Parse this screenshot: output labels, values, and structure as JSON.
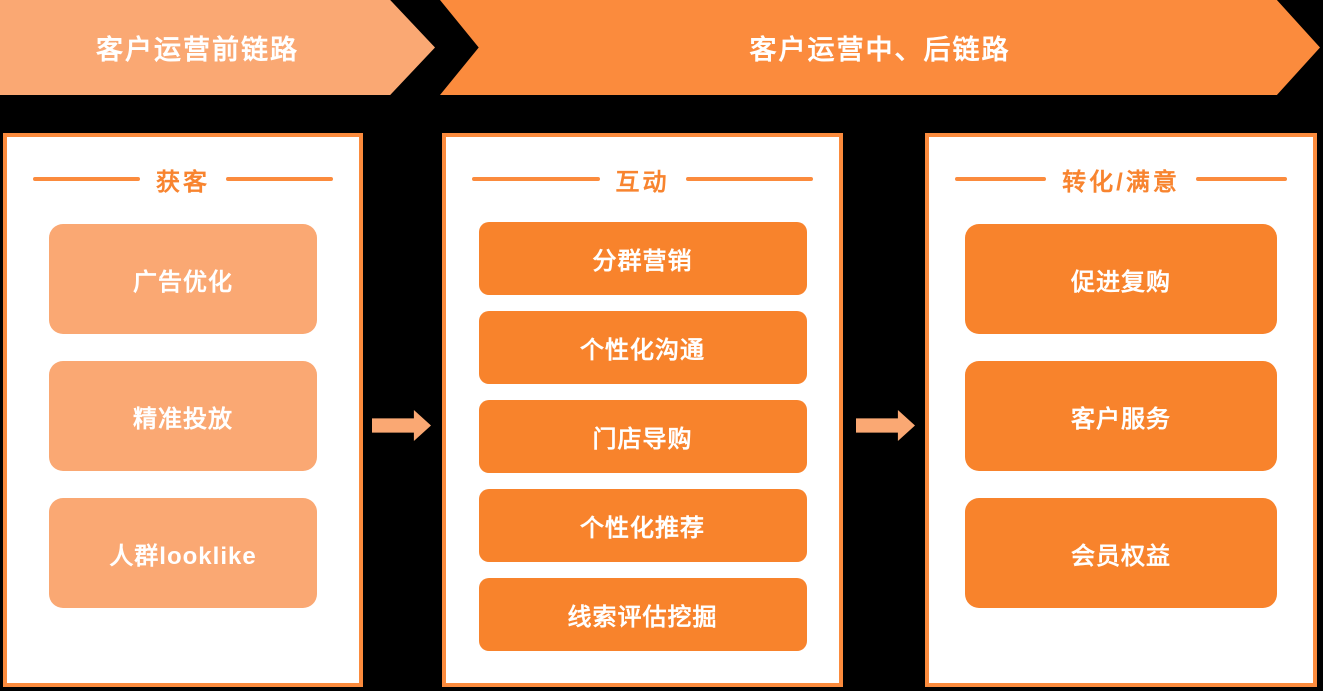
{
  "colors": {
    "background": "#000000",
    "light_orange": "#FAA873",
    "dark_orange": "#F8832C",
    "border_orange": "#FB8B3D",
    "title_text": "#F8842F",
    "button_text": "#FFFFFF"
  },
  "banners": [
    {
      "label": "客户运营前链路"
    },
    {
      "label": "客户运营中、后链路"
    }
  ],
  "columns": [
    {
      "title": "获客",
      "style": "light",
      "items": [
        "广告优化",
        "精准投放",
        "人群looklike"
      ]
    },
    {
      "title": "互动",
      "style": "dark",
      "items": [
        "分群营销",
        "个性化沟通",
        "门店导购",
        "个性化推荐",
        "线索评估挖掘"
      ]
    },
    {
      "title": "转化/满意",
      "style": "dark",
      "items": [
        "促进复购",
        "客户服务",
        "会员权益"
      ]
    }
  ]
}
